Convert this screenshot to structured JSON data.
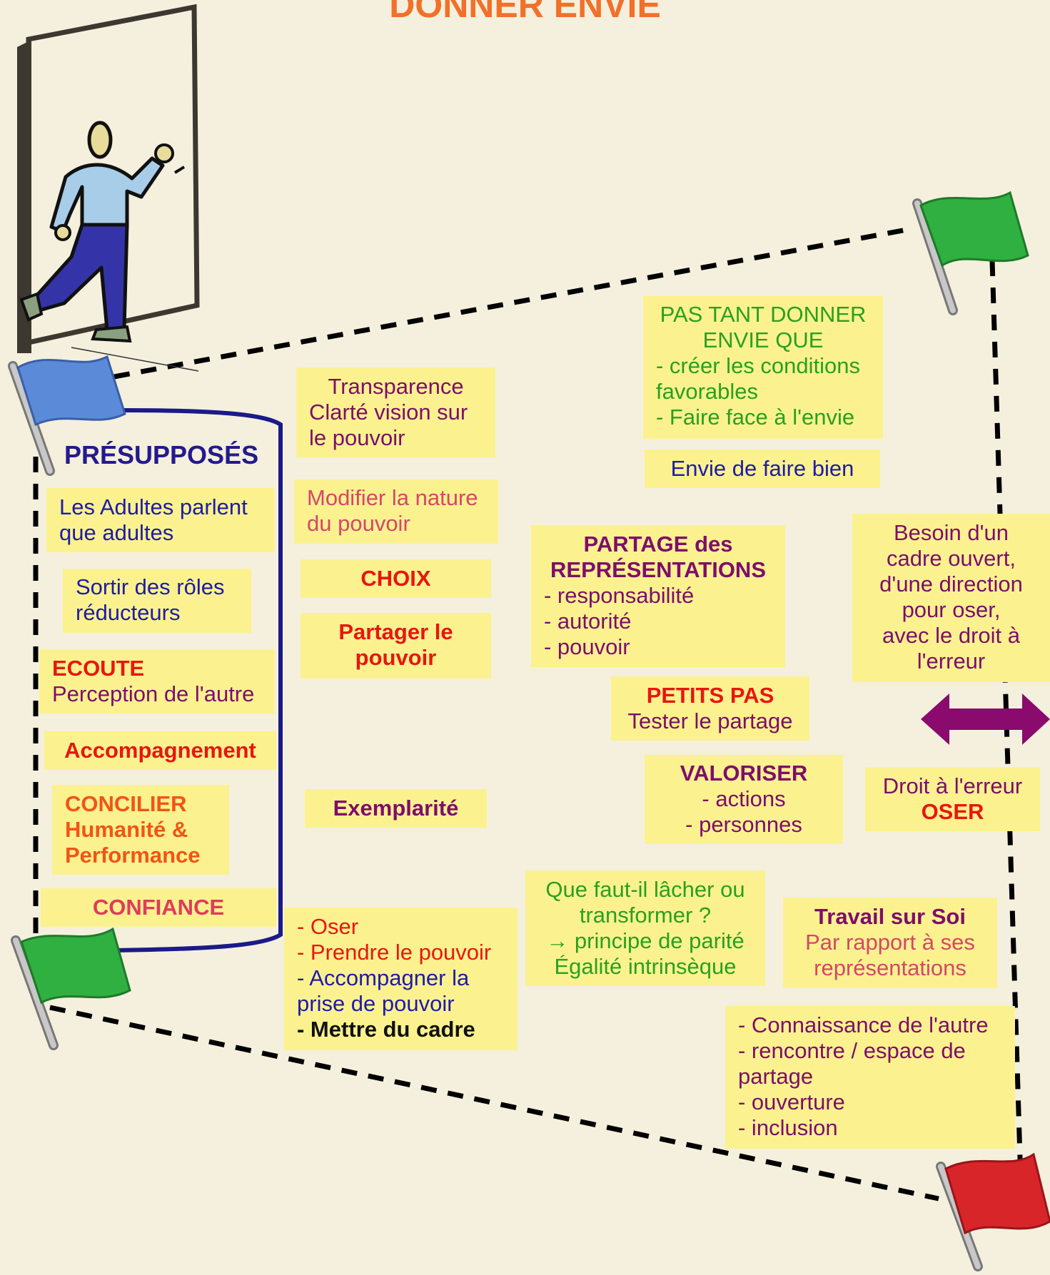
{
  "title": "DONNER ENVIE",
  "presupposes_heading": "PRÉSUPPOSÉS",
  "colors": {
    "background": "#f4f0dd",
    "note": "#fbf28f",
    "title": "#f2702a",
    "purple": "#7e0d6b",
    "green": "#2aa01f",
    "blue": "#1f1aa8",
    "red": "#e8160f",
    "orange": "#f25416",
    "arrow": "#8a0a6e",
    "bracket": "#1a1a8a"
  },
  "icons": [
    "walking-man-door-icon",
    "blue-flag-icon",
    "green-flag-icon",
    "red-flag-icon",
    "double-arrow-icon"
  ],
  "notes": {
    "pas_tant": [
      "PAS TANT DONNER",
      "ENVIE QUE",
      "- créer les conditions",
      "favorables",
      "- Faire face à l'envie"
    ],
    "envie_faire_bien": "Envie de faire bien",
    "transparence": [
      "Transparence",
      "Clarté vision sur",
      "le pouvoir"
    ],
    "modifier": [
      "Modifier la nature",
      "du pouvoir"
    ],
    "choix": "CHOIX",
    "partager": [
      "Partager le",
      "pouvoir"
    ],
    "exemplarite": "Exemplarité",
    "adultes": [
      "Les Adultes parlent",
      "que adultes"
    ],
    "sortir": [
      "Sortir des rôles",
      "réducteurs"
    ],
    "ecoute": [
      "ECOUTE",
      "Perception de l'autre"
    ],
    "accompagnement": "Accompagnement",
    "concilier": [
      "CONCILIER",
      "Humanité &",
      "Performance"
    ],
    "confiance": "CONFIANCE",
    "oser_list": [
      "- Oser",
      "- Prendre le pouvoir",
      "- Accompagner la",
      "prise de pouvoir",
      "- Mettre du cadre"
    ],
    "partage_repr": [
      "PARTAGE des",
      "REPRÉSENTATIONS",
      "- responsabilité",
      "- autorité",
      "- pouvoir"
    ],
    "petits_pas": [
      "PETITS PAS",
      "Tester le partage"
    ],
    "valoriser": [
      "VALORISER",
      "- actions",
      "- personnes"
    ],
    "besoin": [
      "Besoin d'un",
      "cadre ouvert,",
      "d'une direction",
      "pour oser,",
      "avec le droit à",
      "l'erreur"
    ],
    "droit_erreur": [
      "Droit à l'erreur",
      "OSER"
    ],
    "lacher": [
      "Que faut-il lâcher ou",
      "transformer ?",
      "→ principe de parité",
      "Égalité intrinsèque"
    ],
    "travail": [
      "Travail sur Soi",
      "Par rapport à ses",
      "représentations"
    ],
    "connaissance": [
      "- Connaissance de l'autre",
      "- rencontre / espace de",
      "partage",
      "- ouverture",
      "- inclusion"
    ]
  }
}
